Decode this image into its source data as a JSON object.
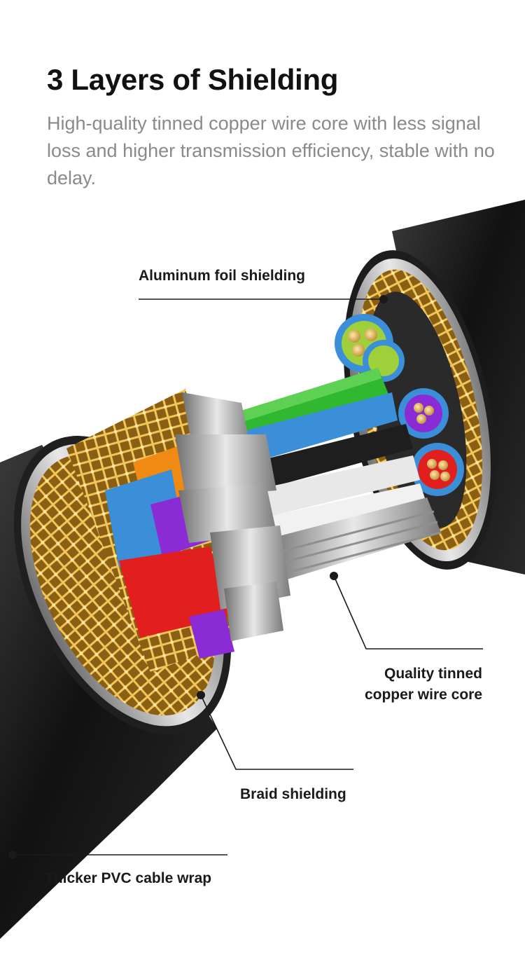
{
  "header": {
    "title": "3 Layers of Shielding",
    "description": "High-quality tinned copper wire core with less signal loss and higher transmission efficiency, stable with no delay."
  },
  "callouts": {
    "foil": "Aluminum foil shielding",
    "core_line1": "Quality tinned",
    "core_line2": "copper wire core",
    "braid": "Braid shielding",
    "wrap": "Thicker PVC cable wrap"
  },
  "colors": {
    "background": "#ffffff",
    "title": "#111111",
    "description": "#8a8a8a",
    "jacket": "#1b1b1b",
    "braid_gold": "#d4a33a",
    "conductor_green": "#2fb830",
    "conductor_blue": "#3b8fd8",
    "conductor_purple": "#8a2bd6",
    "conductor_red": "#e21f1f",
    "conductor_orange": "#f08a12"
  }
}
